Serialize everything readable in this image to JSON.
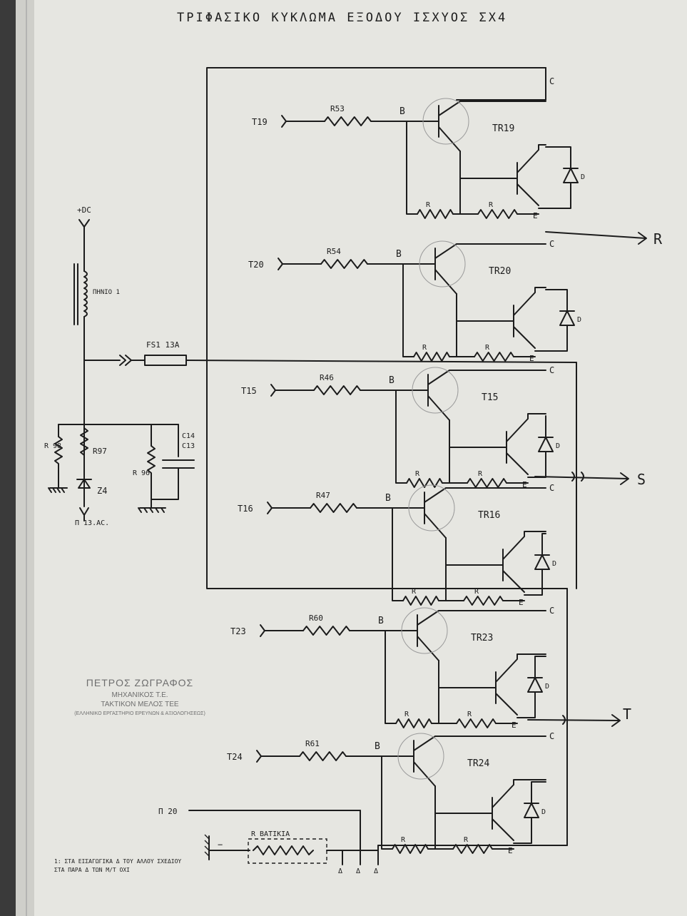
{
  "title": "ΤΡΙΦΑΣΙΚΟ ΚΥΚΛΩΜΑ ΕΞΟΔΟΥ ΙΣΧΥΟΣ ΣΧ4",
  "supply": {
    "dc_label": "+DC",
    "inductor_label": "ΠΗΝΙΟ 1",
    "fuse_label": "FS1 13A",
    "r98": "R 98",
    "r97": "R97",
    "zener": "Z4",
    "r96": "R 96",
    "c14": "C14",
    "c13": "C13",
    "bottom_label": "Π 13.ΑC."
  },
  "common": {
    "base": "B",
    "collector": "C",
    "emitter": "E",
    "diode": "D",
    "resistor": "R"
  },
  "stages": [
    {
      "input": "T19",
      "resistor": "R53",
      "transistor": "TR19",
      "diode": "D"
    },
    {
      "input": "T20",
      "resistor": "R54",
      "transistor": "TR20",
      "diode": "D"
    },
    {
      "input": "T15",
      "resistor": "R46",
      "transistor": "T15",
      "diode": "D"
    },
    {
      "input": "T16",
      "resistor": "R47",
      "transistor": "TR16",
      "diode": "D"
    },
    {
      "input": "T23",
      "resistor": "R60",
      "transistor": "TR23",
      "diode": "D"
    },
    {
      "input": "T24",
      "resistor": "R61",
      "transistor": "TR24",
      "diode": "D"
    }
  ],
  "outputs": {
    "r": "R",
    "s": "S",
    "t": "T"
  },
  "bottom": {
    "pin": "Π 20",
    "resistor": "R ΒΑΤΙΚΙΑ",
    "minus": "−",
    "terminal": "Δ",
    "note_line1": "1: ΣΤΑ ΕΙΣΑΓΩΓΙΚΑ Δ ΤΟΥ ΑΛΛΟΥ ΣΧΕΔΙΟΥ",
    "note_line2": "ΣΤΑ ΠΑΡΑ Δ ΤΩΝ Μ/Τ ΟΧΙ"
  },
  "stamp": {
    "line1": "ΠΕΤΡΟΣ ΖΩΓΡΑΦΟΣ",
    "line2": "ΜΗΧΑΝΙΚΟΣ Τ.Ε.",
    "line3": "ΤΑΚΤΙΚΟΝ ΜΕΛΟΣ ΤΕΕ",
    "line4": "(ΕΛΛΗΝΙΚΟ ΕΡΓΑΣΤΗΡΙΟ ΕΡΕΥΝΩΝ & ΑΞΙΟΛΟΓΗΣΕΩΣ)"
  }
}
